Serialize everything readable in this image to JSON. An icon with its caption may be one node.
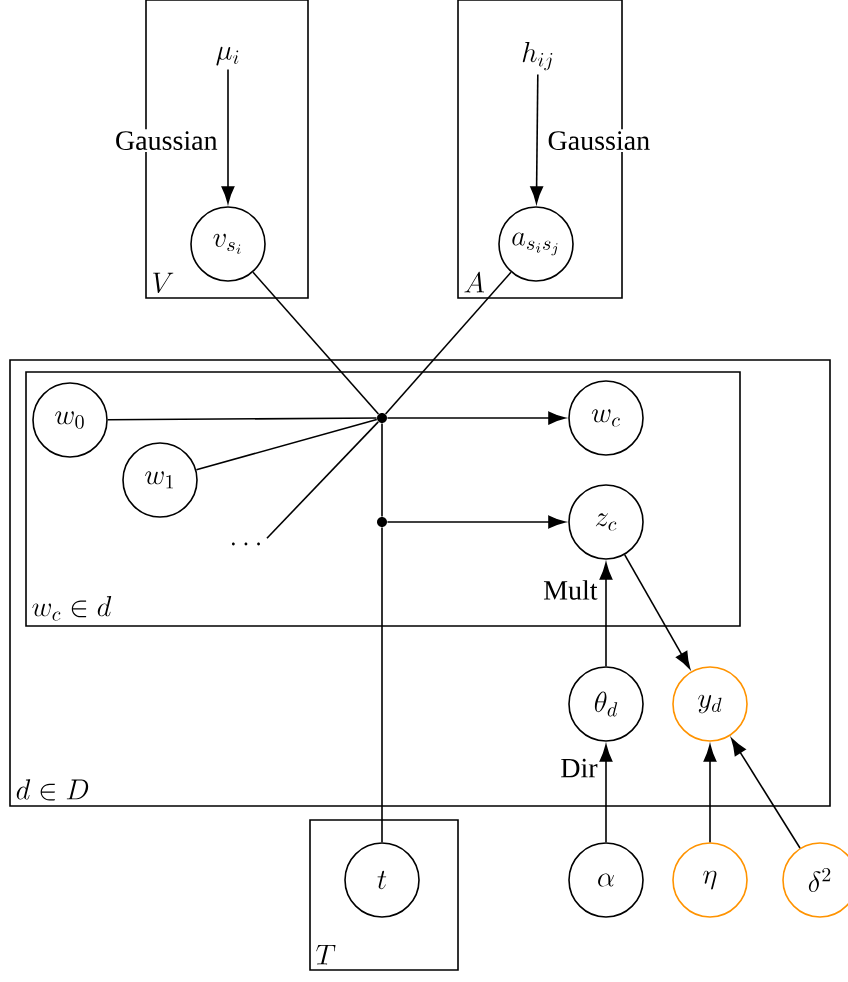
{
  "diagram": {
    "nodes": [
      {
        "text": [
          "V"
        ]
      },
      {
        "text": [
          "\\mu_i"
        ],
        "in": 0
      },
      {
        "text": [
          "v_{s_i}"
        ],
        "in": 0
      },
      {
        "text": [
          "A"
        ]
      },
      {
        "text": [
          "h_{ij}"
        ],
        "in": 3
      },
      {
        "text": [
          "a_{s_i s_j}"
        ],
        "in": 3
      },
      {
        "text": [
          "d \\in D"
        ]
      },
      {
        "text": [
          "w_c \\in d"
        ],
        "in": 6
      },
      {
        "text": [
          "w_0"
        ],
        "in": 7
      },
      {
        "text": [
          "w_1"
        ],
        "in": 7
      },
      {
        "text": [
          "\\ldots"
        ],
        "in": 7
      },
      {
        "text": [],
        "shape": "dot",
        "in": 7
      },
      {
        "text": [
          "w_c"
        ],
        "in": 7
      },
      {
        "text": [],
        "shape": "dot",
        "in": 7
      },
      {
        "text": [
          "z_c"
        ],
        "in": 7
      },
      {
        "text": [
          "\\theta_d"
        ],
        "in": 6
      },
      {
        "text": [
          "y_d"
        ],
        "in": 6
      },
      {
        "text": [
          "T"
        ]
      },
      {
        "text": [
          "t"
        ],
        "in": 17
      },
      {
        "text": [
          "\\alpha"
        ]
      },
      {
        "text": [
          "\\eta"
        ]
      },
      {
        "text": [
          "\\delta^2"
        ]
      }
    ],
    "edges": [
      {
        "from": 1,
        "to": 2,
        "arrow": "to",
        "label": "Gaussian"
      },
      {
        "from": 4,
        "to": 5,
        "arrow": "to",
        "label": "Gaussian"
      },
      {
        "from": 2,
        "to": 11,
        "arrow": "none"
      },
      {
        "from": 5,
        "to": 11,
        "arrow": "none"
      },
      {
        "from": 8,
        "to": 11,
        "arrow": "none"
      },
      {
        "from": 9,
        "to": 11,
        "arrow": "none"
      },
      {
        "from": 10,
        "to": 11,
        "arrow": "none"
      },
      {
        "from": 11,
        "to": 12,
        "arrow": "to"
      },
      {
        "from": 18,
        "to": 13,
        "arrow": "none"
      },
      {
        "from": 13,
        "to": 11,
        "arrow": "none"
      },
      {
        "from": 13,
        "to": 14,
        "arrow": "to"
      },
      {
        "from": 14,
        "to": 16,
        "arrow": "to"
      },
      {
        "from": 15,
        "to": 14,
        "arrow": "to"
      },
      {
        "from": 19,
        "to": 15,
        "arrow": "to"
      },
      {
        "from": 20,
        "to": 16,
        "arrow": "to"
      },
      {
        "from": 21,
        "to": 16,
        "arrow": "to"
      }
    ],
    "labels": [
      "Mult",
      "Dir"
    ]
  }
}
